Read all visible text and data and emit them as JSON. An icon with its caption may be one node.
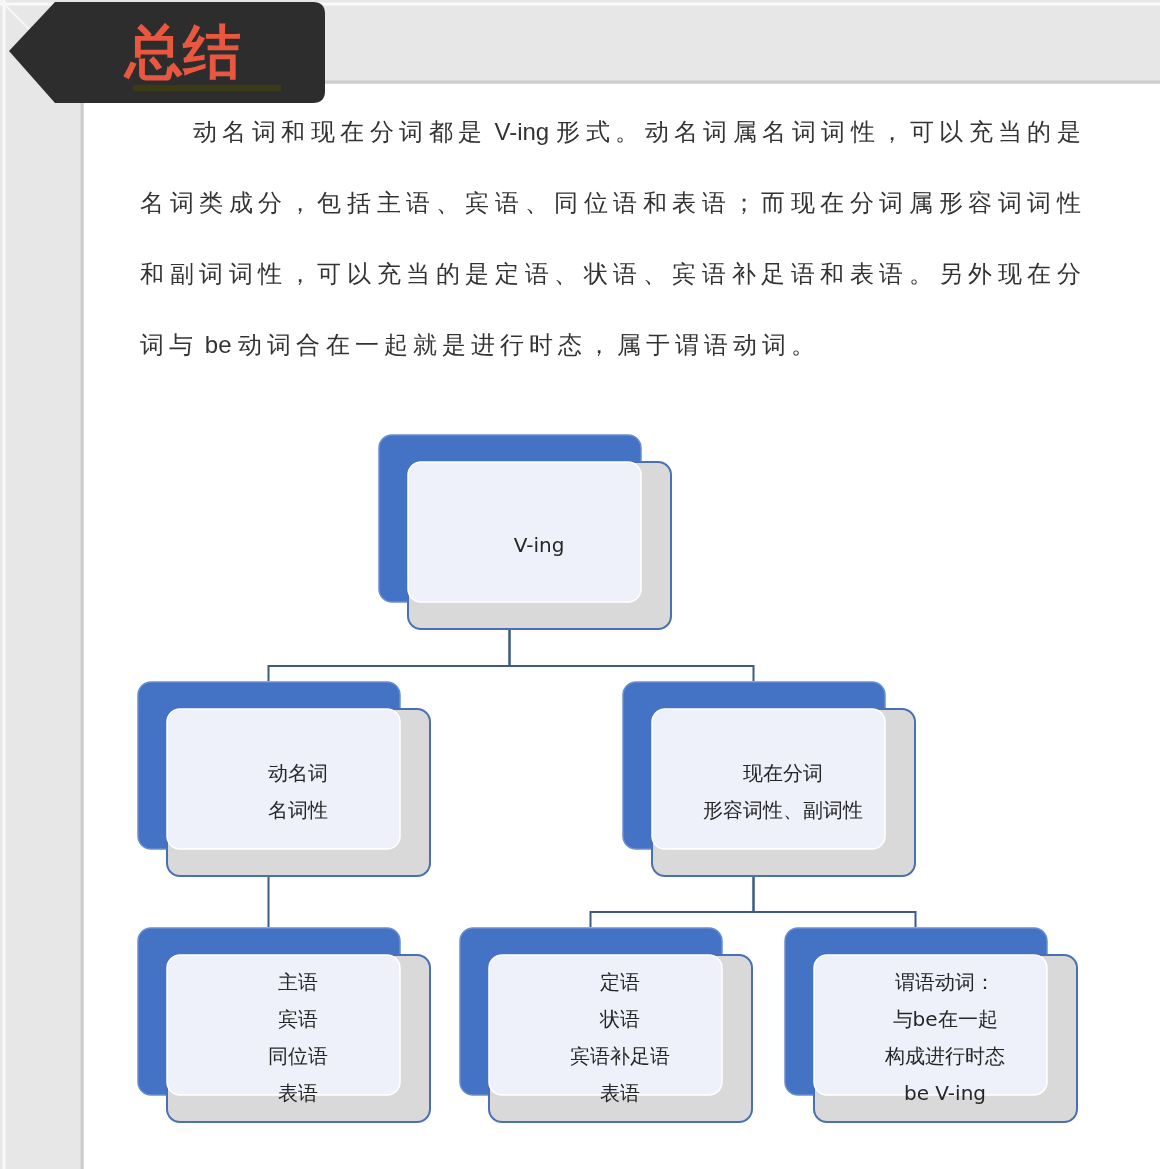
{
  "diagram": {
    "title": "总结",
    "nodes": [
      {
        "text": [
          "V-ing"
        ]
      },
      {
        "text": [
          "动名词",
          "名词性"
        ]
      },
      {
        "text": [
          "现在分词",
          "形容词性、副词性"
        ]
      },
      {
        "text": [
          "主语",
          "宾语",
          "同位语",
          "表语"
        ]
      },
      {
        "text": [
          "定语",
          "状语",
          "宾语补足语",
          "表语"
        ]
      },
      {
        "text": [
          "谓语动词：",
          "与be在一起",
          "构成进行时态",
          "be V-ing"
        ]
      }
    ],
    "edges": [
      {
        "from": 0,
        "to": 1,
        "arrow": "none"
      },
      {
        "from": 0,
        "to": 2,
        "arrow": "none"
      },
      {
        "from": 1,
        "to": 3,
        "arrow": "none"
      },
      {
        "from": 2,
        "to": 4,
        "arrow": "none"
      },
      {
        "from": 2,
        "to": 5,
        "arrow": "none"
      }
    ],
    "labels": [
      "动名词和现在分词都是 V-ing 形式。动名词属名词词性，可以充当的是名词类成分，包括主语、宾语、同位语和表语；而现在分词属形容词词性和副词词性，可以充当的是定语、状语、宾语补足语和表语。另外现在分词与 be 动词合在一起就是进行时态，属于谓语动词。"
    ]
  }
}
